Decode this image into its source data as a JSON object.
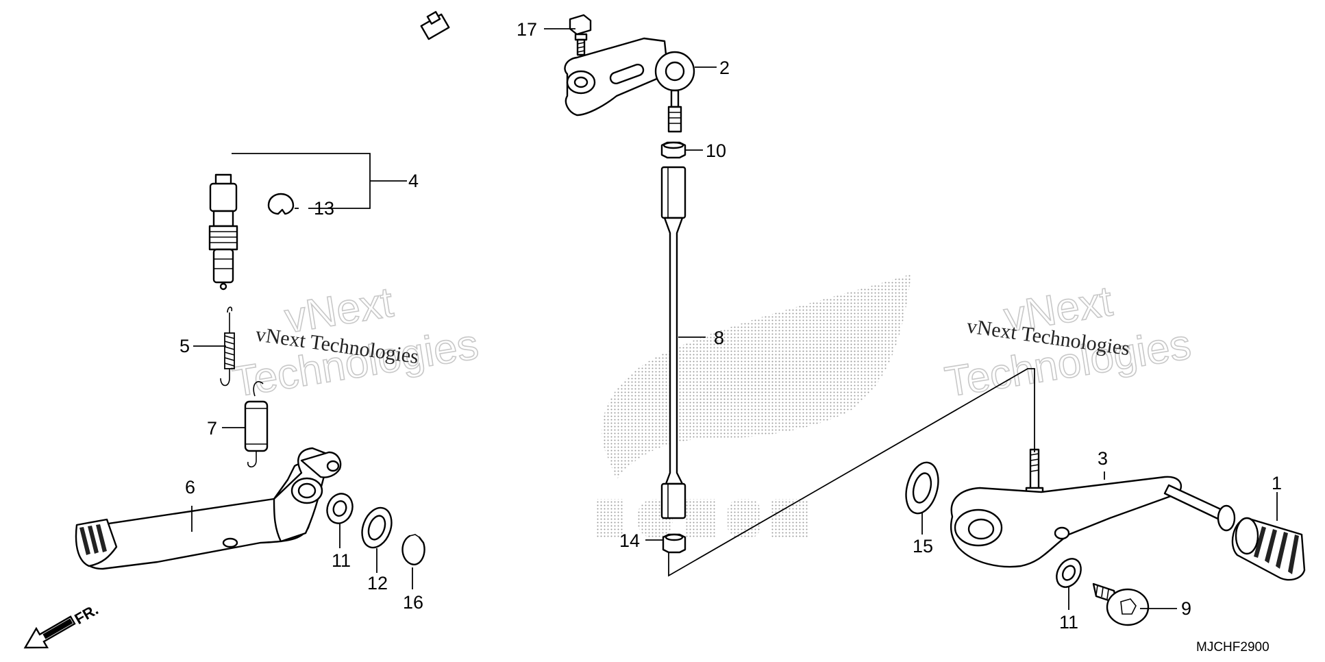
{
  "callouts": {
    "c1": "1",
    "c2": "2",
    "c3": "3",
    "c4": "4",
    "c5": "5",
    "c6": "6",
    "c7": "7",
    "c8": "8",
    "c9": "9",
    "c10": "10",
    "c11a": "11",
    "c11b": "11",
    "c12": "12",
    "c13": "13",
    "c14": "14",
    "c15": "15",
    "c16": "16",
    "c17": "17"
  },
  "watermark": {
    "line1": "vNext",
    "line2": "Technologies",
    "caption": "vNext Technologies"
  },
  "direction": {
    "label": "FR."
  },
  "diagram_code": "MJCHF2900",
  "colors": {
    "ink": "#000000",
    "dots": "#9a9a9a",
    "watermark_outline": "#c8c8c8"
  }
}
